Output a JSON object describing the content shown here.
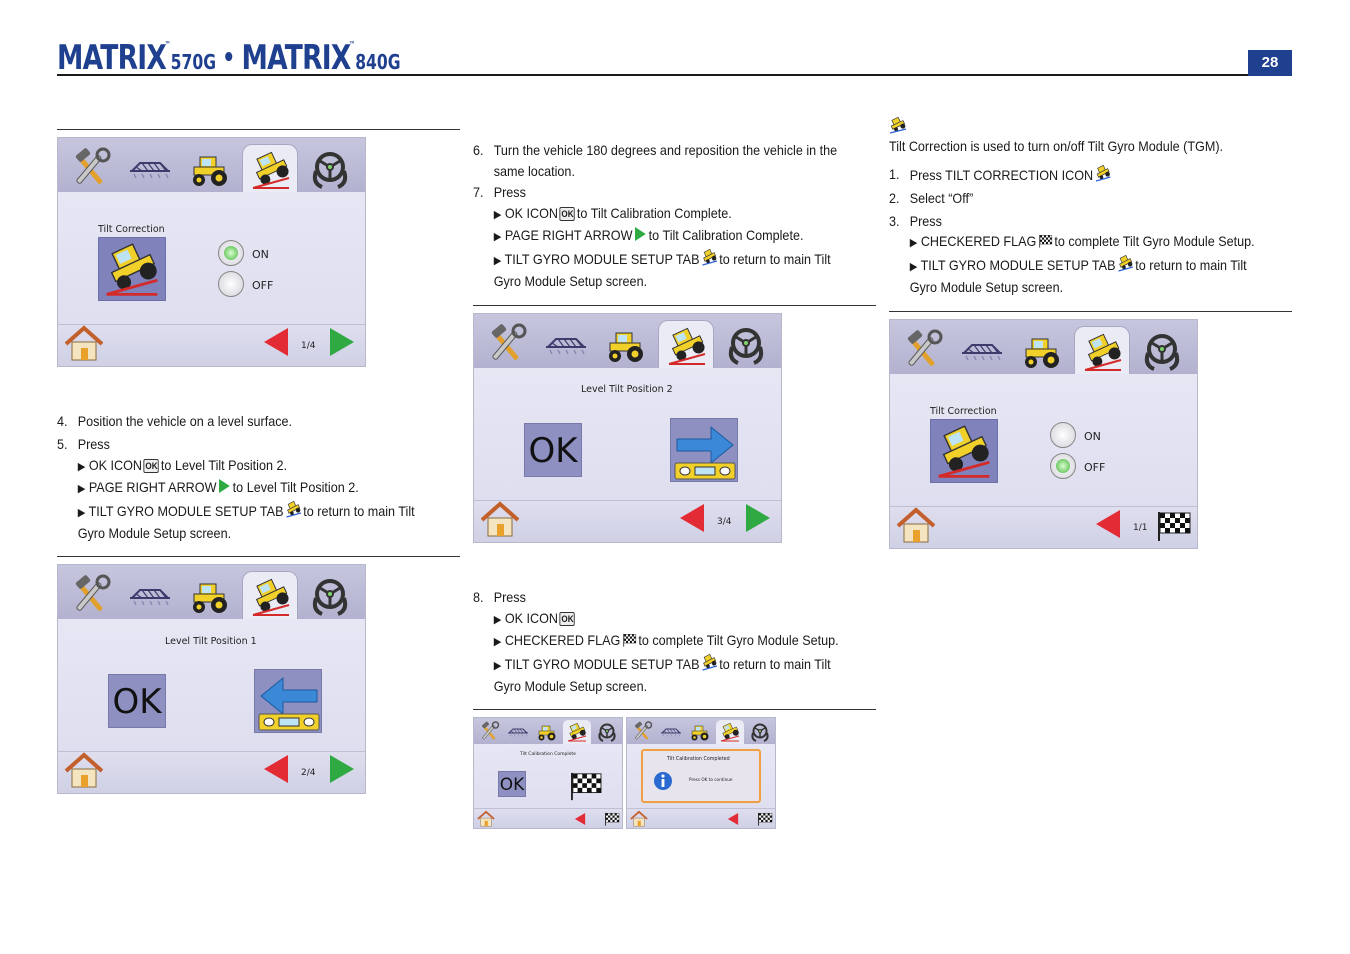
{
  "header": {
    "brand_big_1": "MATRIX",
    "brand_tm": "™",
    "brand_model_1": "570G",
    "brand_bullet": "•",
    "brand_big_2": "MATRIX",
    "brand_model_2": "840G",
    "page_number": "28"
  },
  "colors": {
    "brand_blue": "#1f3f8f",
    "screen_bg": "#e3e3f2",
    "nav_red": "#e32b36",
    "nav_green": "#2faa43",
    "tab_yellow": "#f1d02a"
  },
  "icons": [
    "wrench-hammer-icon",
    "boom-icon",
    "tractor-icon",
    "tilt-gyro-icon",
    "steering-wheel-icon",
    "home-icon",
    "page-left-arrow-icon",
    "page-right-arrow-icon",
    "checkered-flag-icon",
    "ok-icon",
    "info-icon"
  ],
  "col1": {
    "screen1": {
      "title": "Tilt Correction",
      "on": "ON",
      "off": "OFF",
      "page": "1/4"
    },
    "step4_num": "4.",
    "step4_text": "Position the vehicle on a level surface.",
    "step5_num": "5.",
    "step5_text": "Press",
    "s5a_pre": "OK ICON",
    "s5a_post": "to Level Tilt Position 2.",
    "s5b_pre": "PAGE RIGHT ARROW",
    "s5b_post": "to Level Tilt Position 2.",
    "s5c_pre": "TILT GYRO MODULE SETUP TAB",
    "s5c_post": "to return to main Tilt",
    "s5c_cont": "Gyro Module Setup screen.",
    "screen2": {
      "title": "Level Tilt Position 1",
      "ok": "OK",
      "page": "2/4"
    }
  },
  "col2": {
    "step6_num": "6.",
    "step6_line1": "Turn the vehicle 180 degrees and reposition the vehicle in the",
    "step6_line2": "same location.",
    "step7_num": "7.",
    "step7_text": "Press",
    "s7a_pre": "OK ICON",
    "s7a_post": "to Tilt Calibration Complete.",
    "s7b_pre": "PAGE RIGHT ARROW",
    "s7b_post": "to Tilt Calibration Complete.",
    "s7c_pre": "TILT GYRO MODULE SETUP TAB",
    "s7c_post": "to return to main Tilt",
    "s7c_cont": "Gyro Module Setup screen.",
    "screen3": {
      "title": "Level Tilt Position 2",
      "ok": "OK",
      "page": "3/4"
    },
    "step8_num": "8.",
    "step8_text": "Press",
    "s8a_pre": "OK ICON",
    "s8b_pre": "CHECKERED FLAG",
    "s8b_post": "to complete Tilt Gyro Module Setup.",
    "s8c_pre": "TILT GYRO MODULE SETUP TAB",
    "s8c_post": "to return to main Tilt",
    "s8c_cont": "Gyro Module Setup screen.",
    "thumb1": {
      "title": "Tilt Calibration Complete",
      "ok": "OK"
    },
    "thumb2": {
      "title": "Tilt Calibration Completed",
      "msg": "Press OK to continue"
    },
    "ok_mini": "OK"
  },
  "col3": {
    "intro": "Tilt Correction is used to turn on/off Tilt Gyro Module (TGM).",
    "step1_num": "1.",
    "step1_text": "Press TILT CORRECTION ICON",
    "step2_num": "2.",
    "step2_text": "Select “Off”",
    "step3_num": "3.",
    "step3_text": "Press",
    "s3a_pre": "CHECKERED FLAG",
    "s3a_post": "to complete Tilt Gyro Module Setup.",
    "s3b_pre": "TILT GYRO MODULE SETUP TAB",
    "s3b_post": "to return to main Tilt",
    "s3b_cont": "Gyro Module Setup screen.",
    "screen4": {
      "title": "Tilt Correction",
      "on": "ON",
      "off": "OFF",
      "page": "1/1"
    }
  },
  "bullet": "▶"
}
